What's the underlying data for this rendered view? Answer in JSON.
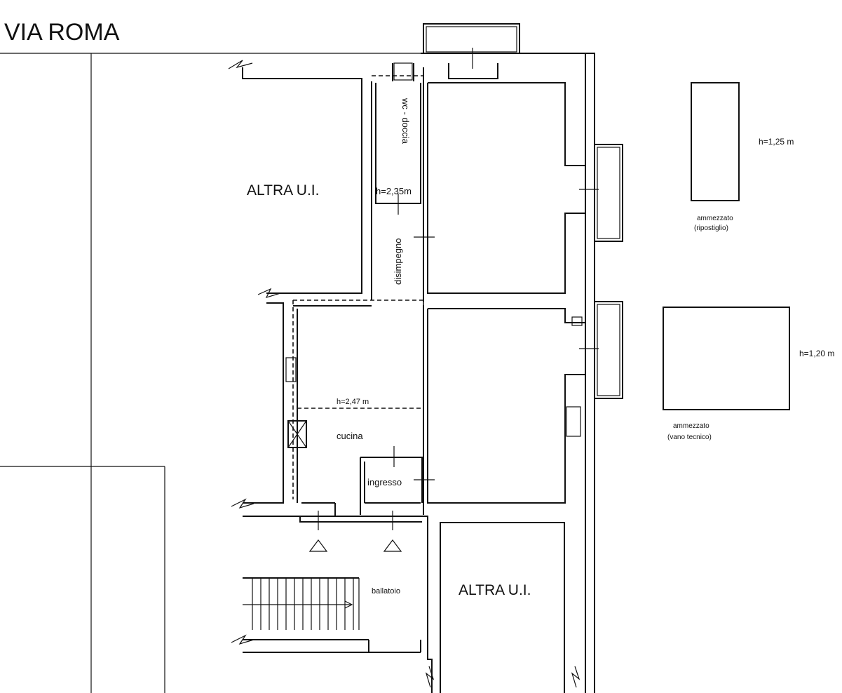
{
  "street": "VIA ROMA",
  "units": {
    "left": "ALTRA U.I.",
    "bottom_right": "ALTRA U.I."
  },
  "rooms": {
    "bathroom": "wc - doccia",
    "bathroom_height": "h=2,35m",
    "hallway": "disimpegno",
    "kitchen": "cucina",
    "kitchen_height": "h=2,47 m",
    "entrance": "ingresso",
    "landing": "ballatoio"
  },
  "mezzanines": [
    {
      "height": "h=1,25 m",
      "caption_line1": "ammezzato",
      "caption_line2": "(ripostiglio)"
    },
    {
      "height": "h=1,20 m",
      "caption_line1": "ammezzato",
      "caption_line2": "(vano tecnico)"
    }
  ]
}
